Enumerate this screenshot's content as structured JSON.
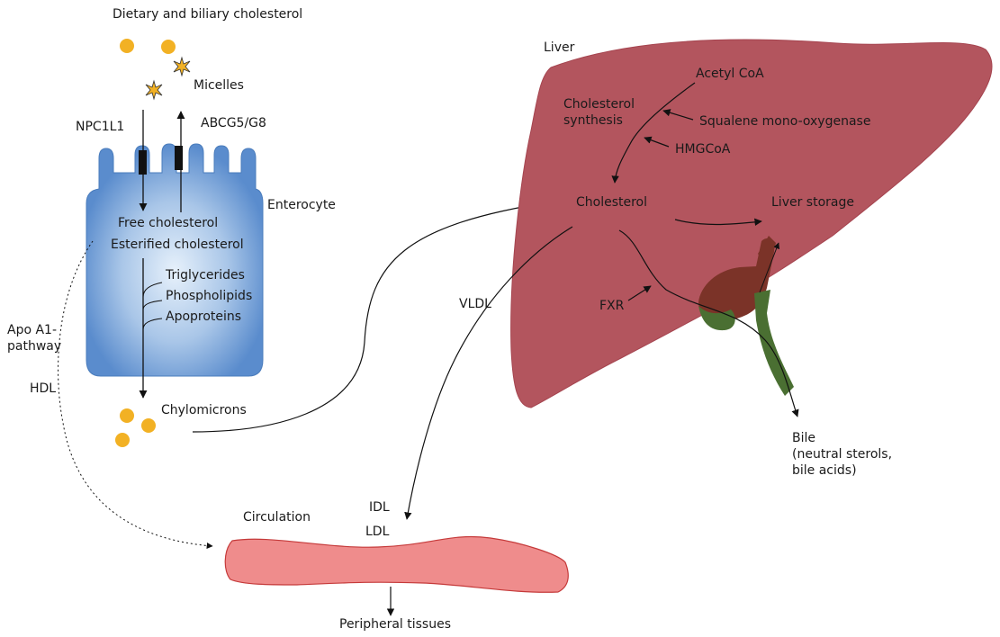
{
  "diagram": {
    "intake": {
      "title": "Dietary and biliary cholesterol",
      "micelles": "Micelles"
    },
    "enterocyte": {
      "label": "Enterocyte",
      "transporters": {
        "uptake": "NPC1L1",
        "efflux": "ABCG5/G8"
      },
      "free_cholesterol": "Free cholesterol",
      "esterified_cholesterol": "Esterified cholesterol",
      "components": [
        "Triglycerides",
        "Phospholipids",
        "Apoproteins"
      ],
      "chylomicrons": "Chylomicrons"
    },
    "hdl_pathway": {
      "apo_label": "Apo A1-\npathway",
      "hdl": "HDL"
    },
    "liver": {
      "label": "Liver",
      "acetyl_coa": "Acetyl CoA",
      "synthesis": "Cholesterol\nsynthesis",
      "squalene": "Squalene mono-oxygenase",
      "hmgcoa": "HMGCoA",
      "cholesterol": "Cholesterol",
      "storage": "Liver storage",
      "fxr": "FXR",
      "vldl": "VLDL"
    },
    "bile": {
      "label": "Bile\n(neutral sterols,\nbile acids)"
    },
    "circulation": {
      "label": "Circulation",
      "idl": "IDL",
      "ldl": "LDL",
      "peripheral": "Peripheral tissues"
    },
    "colors": {
      "particle": "#f2b124",
      "enterocyte": "#5a8ccd",
      "enterocyte_glow": "#e7f1fb",
      "liver": "#b3555e",
      "liver_edge": "#a5444f",
      "gallbladder": "#7b3328",
      "bile_duct": "#4a6f32",
      "circulation_fill": "#ef8c8c",
      "circulation_stroke": "#c53a3a"
    }
  }
}
